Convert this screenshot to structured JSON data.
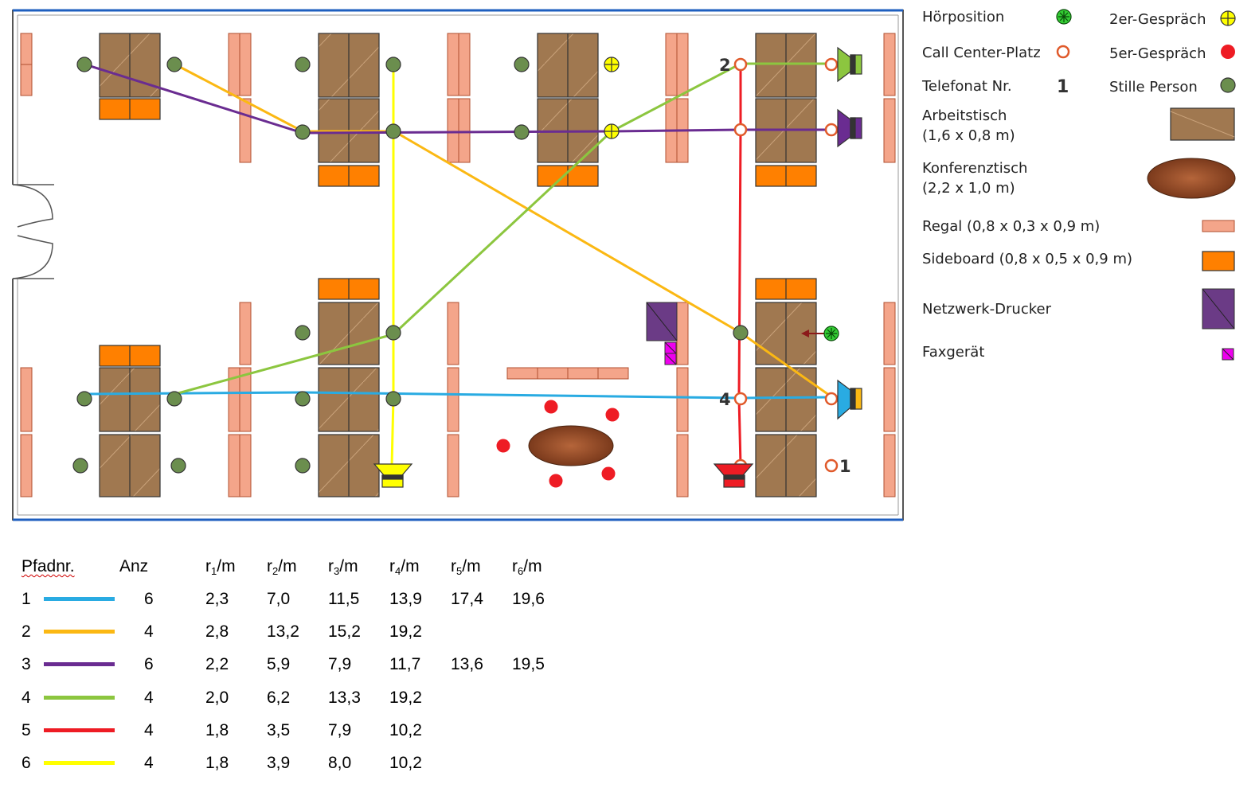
{
  "legend": {
    "hoerposition": "Hörposition",
    "zweier": "2er-Gespräch",
    "callcenter": "Call Center-Platz",
    "fuenfer": "5er-Gespräch",
    "telefonat": "Telefonat Nr.",
    "telefonat_sample": "1",
    "stille": "Stille Person",
    "arbeitstisch_1": "Arbeitstisch",
    "arbeitstisch_2": "(1,6 x 0,8 m)",
    "konferenz_1": "Konferenztisch",
    "konferenz_2": "(2,2 x 1,0 m)",
    "regal": "Regal (0,8 x 0,3 x 0,9 m)",
    "sideboard": "Sideboard (0,8 x 0,5 x 0,9 m)",
    "drucker": "Netzwerk-Drucker",
    "fax": "Faxgerät"
  },
  "plan_labels": {
    "call_2": "2",
    "call_4": "4",
    "call_1": "1"
  },
  "colors": {
    "path1": "#29abe2",
    "path2": "#fbb813",
    "path3": "#6a2c91",
    "path4": "#8cc63f",
    "path5": "#ee1c24",
    "path6": "#ffff00",
    "desk": "#a07850",
    "shelf": "#f4a58a",
    "sideboard": "#ff8000",
    "printer": "#6b3b86",
    "fax": "#ee00ee",
    "person": "#6b8e4e",
    "conference": "#a0522d"
  },
  "table": {
    "headers": {
      "pfad": "Pfadnr.",
      "anz": "Anz",
      "r1": "r",
      "r1_sub": "1",
      "r1_unit": "/m",
      "r2": "r",
      "r2_sub": "2",
      "r2_unit": "/m",
      "r3": "r",
      "r3_sub": "3",
      "r3_unit": "/m",
      "r4": "r",
      "r4_sub": "4",
      "r4_unit": "/m",
      "r5": "r",
      "r5_sub": "5",
      "r5_unit": "/m",
      "r6": "r",
      "r6_sub": "6",
      "r6_unit": "/m"
    },
    "rows": [
      {
        "nr": "1",
        "color": "#29abe2",
        "anz": "6",
        "r": [
          "2,3",
          "7,0",
          "11,5",
          "13,9",
          "17,4",
          "19,6"
        ]
      },
      {
        "nr": "2",
        "color": "#fbb813",
        "anz": "4",
        "r": [
          "2,8",
          "13,2",
          "15,2",
          "19,2",
          "",
          ""
        ]
      },
      {
        "nr": "3",
        "color": "#6a2c91",
        "anz": "6",
        "r": [
          "2,2",
          "5,9",
          "7,9",
          "11,7",
          "13,6",
          "19,5"
        ]
      },
      {
        "nr": "4",
        "color": "#8cc63f",
        "anz": "4",
        "r": [
          "2,0",
          "6,2",
          "13,3",
          "19,2",
          "",
          ""
        ]
      },
      {
        "nr": "5",
        "color": "#ee1c24",
        "anz": "4",
        "r": [
          "1,8",
          "3,5",
          "7,9",
          "10,2",
          "",
          ""
        ]
      },
      {
        "nr": "6",
        "color": "#ffff00",
        "anz": "4",
        "r": [
          "1,8",
          "3,9",
          "8,0",
          "10,2",
          "",
          ""
        ]
      }
    ]
  }
}
